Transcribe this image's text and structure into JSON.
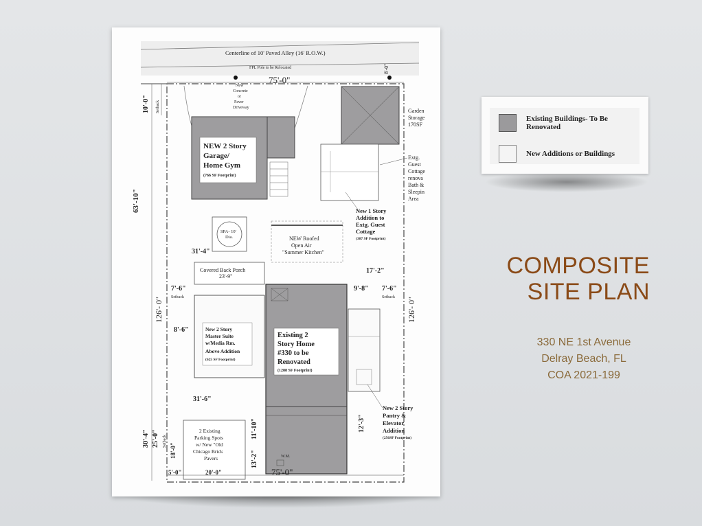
{
  "plan": {
    "alley": "Centerline of 10' Paved Alley (16' R.O.W.)",
    "fpl": "FPL Pole to be Relocated",
    "dim_top": "75'-0\"",
    "dim_bottom": "75'-0\"",
    "dim_8_0": "8'-0\"",
    "dim_10_0": "10'-0\"",
    "setback": "Setback",
    "driveway": [
      "New",
      "Concrete",
      "or",
      "Paver",
      "Driveway"
    ],
    "garage": [
      "NEW 2 Story",
      "Garage/",
      "Home Gym"
    ],
    "garage_fp": "(766 SF Footprint)",
    "garden": [
      "Garden",
      "Storage",
      "170SF"
    ],
    "cottage": [
      "Extg.",
      "Guest",
      "Cottage",
      "renova",
      "Bath &",
      "Sleepin",
      "Area"
    ],
    "cottage_add": [
      "New 1 Story",
      "Addition to",
      "Extg. Guest",
      "Cottage"
    ],
    "cottage_add_fp": "(307 SF Footprint)",
    "dim_63_10": "63'-10\"",
    "spa": [
      "SPA- 10'",
      "Dia."
    ],
    "summer": [
      "NEW Roofed",
      "Open Air",
      "\"Summer Kitchen\""
    ],
    "dim_31_4": "31'-4\"",
    "porch": [
      "Covered Back Porch",
      "23'-9\""
    ],
    "dim_17_2": "17'-2\"",
    "dim_7_6_left": "7'-6\"",
    "dim_7_6_right": "7'-6\"",
    "dim_9_8": "9'-8\"",
    "dim_126_left": "126'- 0\"",
    "dim_126_right": "126'- 0\"",
    "dim_8_6": "8'-6\"",
    "master": [
      "New 2 Story",
      "Master Suite",
      "w/Media Rm.",
      "Above Addition"
    ],
    "master_fp": "(625 SF Footprint)",
    "existing": [
      "Existing 2",
      "Story Home",
      "#330 to be",
      "Renovated"
    ],
    "existing_fp": "(1288 SF Footprint)",
    "dim_31_6": "31'-6\"",
    "pantry": [
      "New 2 Story",
      "Pantry &",
      "Elevator",
      "Addition"
    ],
    "pantry_fp": "(256SF Footprint)",
    "dim_11_10": "11'-10\"",
    "dim_12_3": "12'-3\"",
    "dim_30_4": "30'-4\"",
    "dim_25_0": "25'-0\"",
    "dim_18_0": "18'-0\"",
    "parking": [
      "2 Existing",
      "Parking Spots",
      "w/ New \"Old",
      "Chicago Brick",
      "Pavers"
    ],
    "dim_13_2": "13'-2\"",
    "wm": "W.M.",
    "dim_5_0": "5'-0\"",
    "dim_20_0": "20'-0\""
  },
  "legend": {
    "existing_label": "Existing Buildings- To Be Renovated",
    "new_label": "New Additions or Buildings",
    "existing_color": "#9b9a9c",
    "new_color": "#f4f4f4"
  },
  "title": {
    "line1": "COMPOSITE",
    "line2": "SITE PLAN",
    "color": "#8a4a17"
  },
  "address": {
    "line1": "330 NE 1st Avenue",
    "line2": "Delray Beach, FL",
    "line3": "COA 2021-199"
  }
}
